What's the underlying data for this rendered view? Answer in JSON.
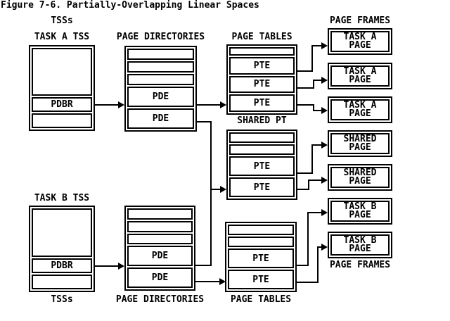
{
  "title": "Figure 7-6. Partially-Overlapping Linear Spaces",
  "labels": {
    "tss_top": "TSSs",
    "task_a_tss": "TASK A TSS",
    "page_directories_top": "PAGE DIRECTORIES",
    "page_tables_top": "PAGE TABLES",
    "page_frames_top": "PAGE FRAMES",
    "shared_pt": "SHARED PT",
    "task_b_tss": "TASK B TSS",
    "tss_bottom": "TSSs",
    "page_directories_bottom": "PAGE DIRECTORIES",
    "page_tables_bottom": "PAGE TABLES",
    "page_frames_bottom": "PAGE FRAMES"
  },
  "boxes": {
    "task_a_tss": {
      "cells": [
        "",
        "PDBR",
        ""
      ]
    },
    "page_directory_top": {
      "cells": [
        "",
        "",
        "",
        "PDE",
        "PDE"
      ]
    },
    "page_table_top": {
      "cells": [
        "",
        "PTE",
        "PTE",
        "PTE"
      ]
    },
    "shared_page_table": {
      "cells": [
        "",
        "",
        "PTE",
        "PTE"
      ]
    },
    "task_b_tss": {
      "cells": [
        "",
        "PDBR",
        ""
      ]
    },
    "page_directory_bottom": {
      "cells": [
        "",
        "",
        "",
        "PDE",
        "PDE"
      ]
    },
    "page_table_bottom": {
      "cells": [
        "",
        "",
        "PTE",
        "PTE"
      ]
    }
  },
  "page_frames": [
    {
      "line1": "TASK A",
      "line2": "PAGE"
    },
    {
      "line1": "TASK A",
      "line2": "PAGE"
    },
    {
      "line1": "TASK A",
      "line2": "PAGE"
    },
    {
      "line1": "SHARED",
      "line2": "PAGE"
    },
    {
      "line1": "SHARED",
      "line2": "PAGE"
    },
    {
      "line1": "TASK B",
      "line2": "PAGE"
    },
    {
      "line1": "TASK B",
      "line2": "PAGE"
    }
  ],
  "colors": {
    "ink": "#000000",
    "background": "#ffffff"
  }
}
